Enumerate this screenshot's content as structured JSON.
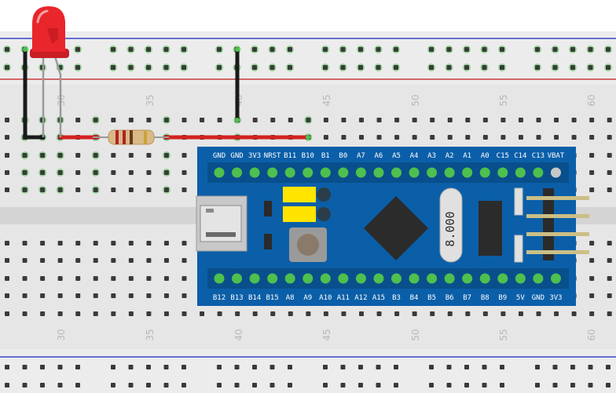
{
  "breadboard": {
    "column_numbers": [
      "30",
      "35",
      "40",
      "45",
      "50",
      "55",
      "60"
    ]
  },
  "board": {
    "top_pins": [
      "GND",
      "GND",
      "3V3",
      "NRST",
      "B11",
      "B10",
      "B1",
      "B0",
      "A7",
      "A6",
      "A5",
      "A4",
      "A3",
      "A2",
      "A1",
      "A0",
      "C15",
      "C14",
      "C13",
      "VBAT"
    ],
    "bottom_pins": [
      "B12",
      "B13",
      "B14",
      "B15",
      "A8",
      "A9",
      "A10",
      "A11",
      "A12",
      "A15",
      "B3",
      "B4",
      "B5",
      "B6",
      "B7",
      "B8",
      "B9",
      "5V",
      "GND",
      "3V3"
    ],
    "crystal_label": "8.000"
  },
  "colors": {
    "board_blue": "#0b5fa8",
    "led_red": "#e8262c",
    "wire_red": "#d42020",
    "wire_black": "#1a1a1a",
    "hole_green": "#4ec04e",
    "rail_blue_line": "#3b45c8",
    "rail_red_line": "#c83b3b"
  }
}
